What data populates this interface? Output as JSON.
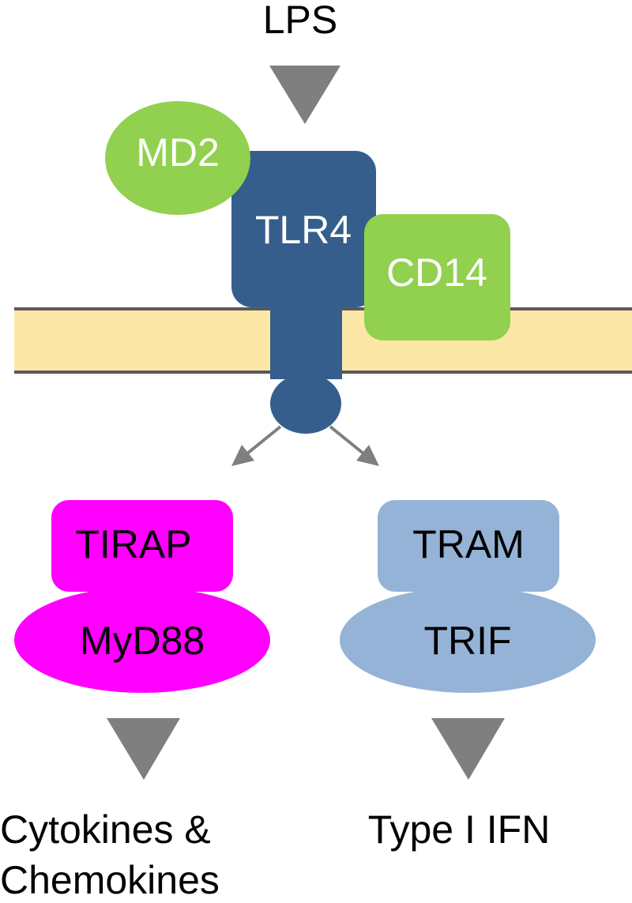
{
  "labels": {
    "ligand": "LPS",
    "co_receptor": "MD2",
    "receptor": "TLR4",
    "accessory": "CD14",
    "left_adaptor_top": "TIRAP",
    "left_adaptor_bottom": "MyD88",
    "right_adaptor_top": "TRAM",
    "right_adaptor_bottom": "TRIF",
    "left_output_line1": "Cytokines &",
    "left_output_line2": "Chemokines",
    "right_output": "Type I IFN"
  },
  "colors": {
    "receptor": "#365e8c",
    "green": "#92d050",
    "magenta": "#ff00ff",
    "light_blue": "#95b3d7",
    "membrane_fill": "#fde7a6",
    "membrane_line": "#595959",
    "arrow": "#7f7f7f"
  }
}
